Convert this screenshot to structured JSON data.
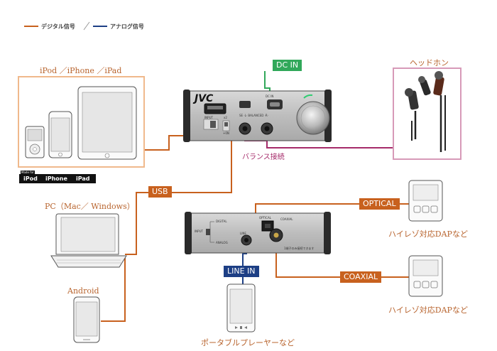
{
  "legend": {
    "digital": "デジタル信号",
    "analog": "アナログ信号",
    "digital_color": "#c8611e",
    "analog_color": "#1d3f85"
  },
  "ipod_group": {
    "title": "iPod ／iPhone ／iPad",
    "made_for": "Made for",
    "badge_ipod": "iPod",
    "badge_iphone": "iPhone",
    "badge_ipad": "iPad",
    "frame_color": "#f0b98c"
  },
  "pc": {
    "title": "PC（Mac／ Windows）"
  },
  "android": {
    "title": "Android"
  },
  "headphone": {
    "title": "ヘッドホン",
    "frame_color": "#d79ab8"
  },
  "amp_front": {
    "brand": "JVC",
    "dc_in_label": "DC IN",
    "dc_in_small": "DC IN",
    "input_label": "INPUT",
    "balanced_label": "SE ·L· BALANCED ·R·",
    "gain_label": "x2",
    "gain_small": "+0N"
  },
  "amp_back": {
    "input_label": "INPUT",
    "digital_label": "DIGITAL",
    "analog_label": "ANALOG",
    "optical_label": "OPTICAL",
    "coaxial_label": "COAXIAL",
    "line_label": "LINE",
    "note": "1端子のみ接続できます"
  },
  "connections": {
    "usb": "USB",
    "optical": "OPTICAL",
    "coaxial": "COAXIAL",
    "line_in": "LINE IN",
    "dc_in": "DC IN",
    "balanced": "バランス接続",
    "dc_in_color": "#31a85a",
    "balanced_color": "#a52b6a"
  },
  "dap_top": {
    "title": "ハイレゾ対応DAPなど"
  },
  "dap_bottom": {
    "title": "ハイレゾ対応DAPなど"
  },
  "portable": {
    "title": "ポータブルプレーヤーなど"
  }
}
